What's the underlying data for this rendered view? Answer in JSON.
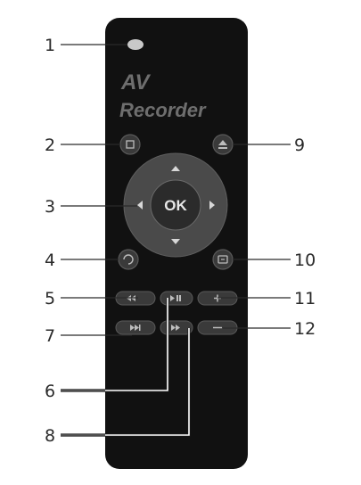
{
  "device": {
    "brand_line1": "AV",
    "brand_line2": "Recorder",
    "ok_label": "OK",
    "colors": {
      "body": "#111111",
      "button": "#3a3a3a",
      "button_ring": "#5a5a5a",
      "dpad": "#4a4a4a",
      "ok_center": "#2b2b2b",
      "led": "#c9c9c9"
    }
  },
  "buttons": [
    {
      "id": "led",
      "icon": "led-indicator",
      "number": "1"
    },
    {
      "id": "btn2",
      "icon": "record-square-icon",
      "number": "2"
    },
    {
      "id": "dpad",
      "icon": "direction-pad",
      "number": "3"
    },
    {
      "id": "btn4",
      "icon": "return-icon",
      "number": "4"
    },
    {
      "id": "btn5",
      "icon": "rewind-icon",
      "number": "5"
    },
    {
      "id": "btn6",
      "icon": "play-pause-icon",
      "number": "6"
    },
    {
      "id": "btn7",
      "icon": "previous-icon",
      "number": "7"
    },
    {
      "id": "btn8",
      "icon": "fast-forward-icon",
      "number": "8"
    },
    {
      "id": "btn9",
      "icon": "eject-icon",
      "number": "9"
    },
    {
      "id": "btn10",
      "icon": "menu-icon",
      "number": "10"
    },
    {
      "id": "btn11",
      "icon": "volume-plus-icon",
      "number": "11"
    },
    {
      "id": "btn12",
      "icon": "volume-minus-icon",
      "number": "12"
    }
  ]
}
